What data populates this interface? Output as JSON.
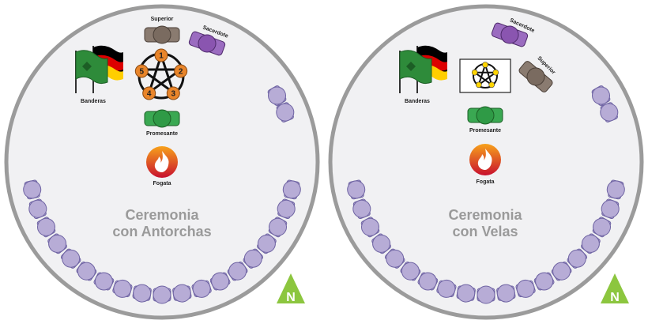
{
  "colors": {
    "ring": "#9b9b9b",
    "floor": "#f1f1f3",
    "seat": "#b7acd6",
    "seat_stroke": "#6f64a3",
    "superior": "#7a6b60",
    "sacerdote": "#8a55b0",
    "promesante": "#2f9a46",
    "pentagram_fill": "#e9852a",
    "title_text": "#9a9a9a",
    "north_bg": "#8cc63f",
    "north_fg": "#ffffff"
  },
  "icons": [
    "flag-icon",
    "pentagram-icon",
    "fire-icon",
    "north-arrow-icon"
  ],
  "panels": [
    {
      "title_line1": "Ceremonia",
      "title_line2": "con Antorchas",
      "label_superior": "Superior",
      "label_sacerdote": "Sacerdote",
      "label_banderas": "Banderas",
      "label_promesante": "Promesante",
      "label_fogata": "Fogata",
      "north_letter": "N",
      "pentagram_numbers": [
        "1",
        "2",
        "3",
        "4",
        "5"
      ]
    },
    {
      "title_line1": "Ceremonia",
      "title_line2": "con Velas",
      "label_superior": "Superior",
      "label_sacerdote": "Sacerdote",
      "label_banderas": "Banderas",
      "label_promesante": "Promesante",
      "label_fogata": "Fogata",
      "north_letter": "N"
    }
  ]
}
